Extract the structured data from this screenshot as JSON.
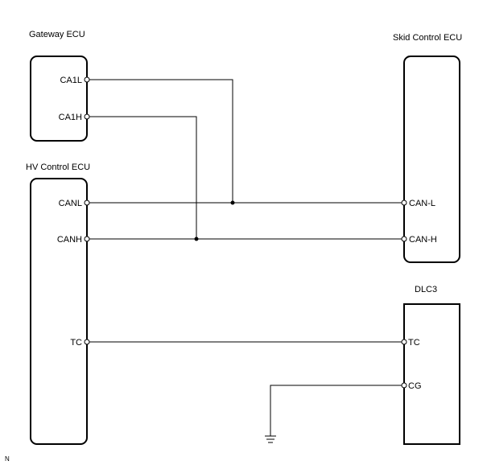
{
  "components": {
    "gateway": {
      "title": "Gateway ECU",
      "pins": [
        "CA1L",
        "CA1H"
      ]
    },
    "skid": {
      "title": "Skid Control ECU",
      "pins": [
        "CAN-L",
        "CAN-H"
      ]
    },
    "hv": {
      "title": "HV Control ECU",
      "pins": [
        "CANL",
        "CANH",
        "TC"
      ]
    },
    "dlc3": {
      "title": "DLC3",
      "pins": [
        "TC",
        "CG"
      ]
    }
  },
  "corner_mark": "N"
}
